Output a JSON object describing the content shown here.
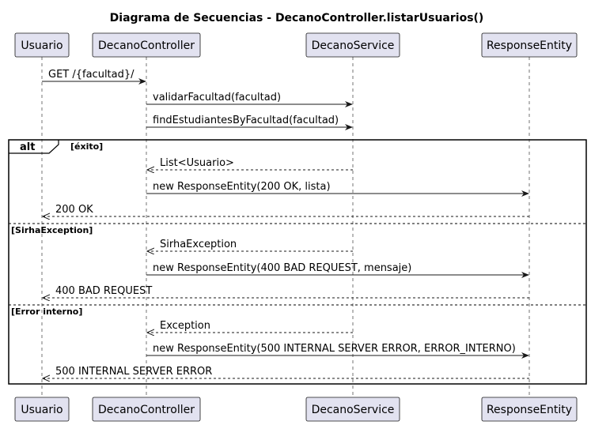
{
  "title": "Diagrama de Secuencias - DecanoController.listarUsuarios()",
  "participants": [
    {
      "id": "usuario",
      "label": "Usuario"
    },
    {
      "id": "controller",
      "label": "DecanoController"
    },
    {
      "id": "service",
      "label": "DecanoService"
    },
    {
      "id": "response",
      "label": "ResponseEntity"
    }
  ],
  "messages": [
    {
      "from": "usuario",
      "to": "controller",
      "label": "GET /{facultad}/",
      "style": "sync"
    },
    {
      "from": "controller",
      "to": "service",
      "label": "validarFacultad(facultad)",
      "style": "sync"
    },
    {
      "from": "controller",
      "to": "service",
      "label": "findEstudiantesByFacultad(facultad)",
      "style": "sync"
    }
  ],
  "alt": {
    "keyword": "alt",
    "sections": [
      {
        "guard": "[éxito]",
        "messages": [
          {
            "from": "service",
            "to": "controller",
            "label": "List<Usuario>",
            "style": "return"
          },
          {
            "from": "controller",
            "to": "response",
            "label": "new ResponseEntity(200 OK, lista)",
            "style": "sync"
          },
          {
            "from": "response",
            "to": "usuario",
            "label": "200 OK",
            "style": "return"
          }
        ]
      },
      {
        "guard": "[SirhaException]",
        "messages": [
          {
            "from": "service",
            "to": "controller",
            "label": "SirhaException",
            "style": "return"
          },
          {
            "from": "controller",
            "to": "response",
            "label": "new ResponseEntity(400 BAD REQUEST, mensaje)",
            "style": "sync"
          },
          {
            "from": "response",
            "to": "usuario",
            "label": "400 BAD REQUEST",
            "style": "return"
          }
        ]
      },
      {
        "guard": "[Error interno]",
        "messages": [
          {
            "from": "service",
            "to": "controller",
            "label": "Exception",
            "style": "return"
          },
          {
            "from": "controller",
            "to": "response",
            "label": "new ResponseEntity(500 INTERNAL SERVER ERROR, ERROR_INTERNO)",
            "style": "sync"
          },
          {
            "from": "response",
            "to": "usuario",
            "label": "500 INTERNAL SERVER ERROR",
            "style": "return"
          }
        ]
      }
    ]
  }
}
